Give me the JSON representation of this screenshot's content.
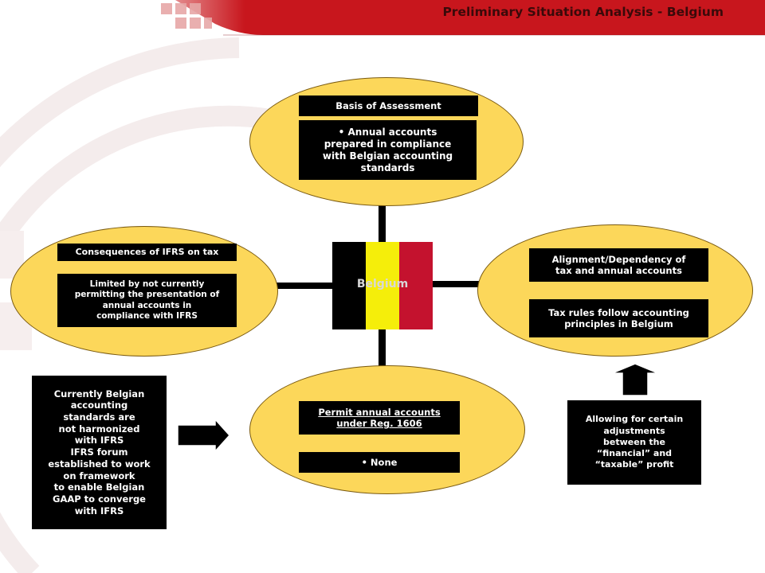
{
  "header": {
    "title": "Preliminary Situation Analysis - Belgium"
  },
  "colors": {
    "header_red": "#c8161d",
    "ellipse_fill": "#fcd75a",
    "box_fill": "#000000",
    "flag_black": "#000000",
    "flag_yellow": "#f5ee0a",
    "flag_red": "#c4122e"
  },
  "center": {
    "label": "Belgium"
  },
  "top_node": {
    "heading": "Basis of Assessment",
    "detail": "• Annual accounts\nprepared in compliance\nwith Belgian accounting\nstandards"
  },
  "left_node": {
    "heading": "Consequences of IFRS on tax",
    "detail": "Limited by not currently\npermitting the presentation of\nannual accounts in\ncompliance with IFRS"
  },
  "right_node": {
    "heading": "Alignment/Dependency  of\ntax and annual accounts",
    "detail": "Tax rules follow accounting\nprinciples in Belgium"
  },
  "bottom_node": {
    "heading": "Permit annual accounts\nunder Reg. 1606",
    "detail": "• None"
  },
  "left_note": {
    "text": "Currently Belgian\naccounting\nstandards are\nnot harmonized\nwith IFRS\nIFRS forum\nestablished to work\non framework\nto enable Belgian\nGAAP to converge\nwith IFRS"
  },
  "right_note": {
    "text": "Allowing for certain\nadjustments\nbetween the\n“financial”  and\n“taxable”  profit"
  },
  "arrows": {
    "left_note_to_bottom": "right-arrow-icon",
    "right_note_to_right_node": "up-arrow-icon"
  }
}
